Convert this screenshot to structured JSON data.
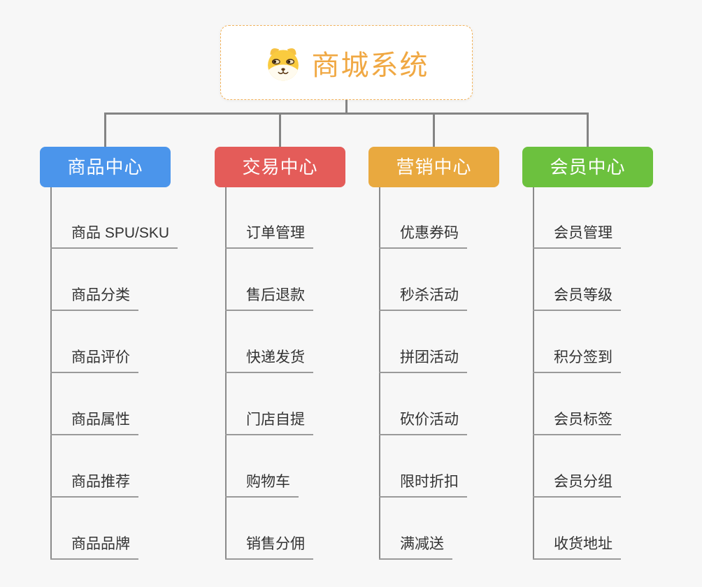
{
  "root": {
    "title": "商城系统",
    "icon": "shiba-dog-icon",
    "text_color": "#f0a843",
    "border_color": "#f2b35c"
  },
  "branches": [
    {
      "label": "商品中心",
      "color": "#4b95eb",
      "items": [
        "商品 SPU/SKU",
        "商品分类",
        "商品评价",
        "商品属性",
        "商品推荐",
        "商品品牌"
      ]
    },
    {
      "label": "交易中心",
      "color": "#e45c59",
      "items": [
        "订单管理",
        "售后退款",
        "快递发货",
        "门店自提",
        "购物车",
        "销售分佣"
      ]
    },
    {
      "label": "营销中心",
      "color": "#e9a93f",
      "items": [
        "优惠券码",
        "秒杀活动",
        "拼团活动",
        "砍价活动",
        "限时折扣",
        "满减送"
      ]
    },
    {
      "label": "会员中心",
      "color": "#6cc13e",
      "items": [
        "会员管理",
        "会员等级",
        "积分签到",
        "会员标签",
        "会员分组",
        "收货地址"
      ]
    }
  ],
  "connector_color": "#848484",
  "underline_color": "#9a9a9a",
  "background_color": "#f7f7f7"
}
